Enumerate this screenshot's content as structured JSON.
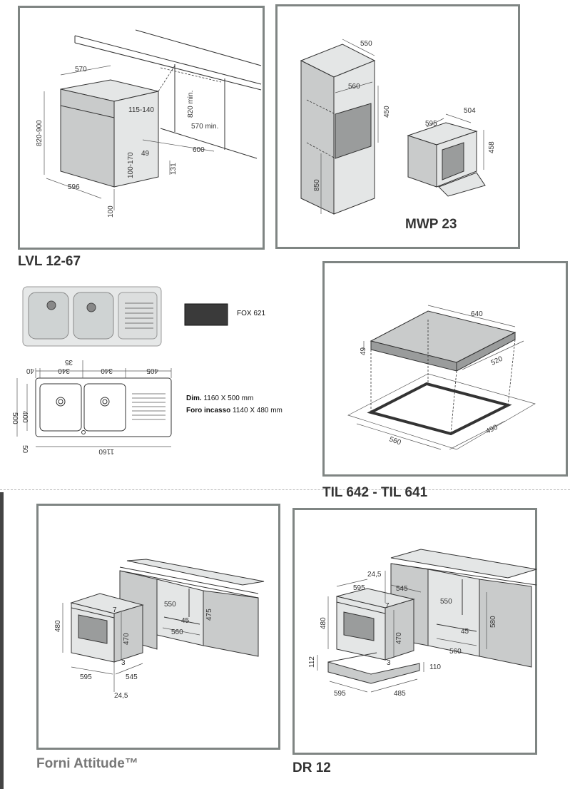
{
  "captions": {
    "dishwasher": "LVL 12-67",
    "microwave": "MWP 23",
    "cooktop": "TIL 642 - TIL 641",
    "ovens": "Forni Attitude™",
    "drawer": "DR 12"
  },
  "dishwasher_dims": [
    "570",
    "820-900",
    "115-140",
    "820 min.",
    "570 min.",
    "600",
    "49",
    "100-170",
    "131",
    "596",
    "100"
  ],
  "microwave_dims": [
    "550",
    "560",
    "450",
    "850",
    "595",
    "504",
    "458"
  ],
  "sink": {
    "finish_label": "FOX 621",
    "top_dims": [
      "35",
      "40",
      "340",
      "340",
      "405"
    ],
    "side_dims": [
      "500",
      "400",
      "50"
    ],
    "bottom_dim": "1160",
    "dim_label": "Dim.",
    "dim_value": "1160 X 500 mm",
    "cutout_label": "Foro incasso",
    "cutout_value": "1140 X 480 mm"
  },
  "cooktop_dims": [
    "640",
    "49",
    "520",
    "560",
    "490"
  ],
  "oven_dims": [
    "550",
    "475",
    "7",
    "45",
    "480",
    "470",
    "560",
    "3",
    "595",
    "545",
    "24,5"
  ],
  "drawer_dims": [
    "24,5",
    "595",
    "545",
    "550",
    "580",
    "7",
    "480",
    "470",
    "45",
    "560",
    "3",
    "112",
    "110",
    "595",
    "485"
  ],
  "colors": {
    "panel_border": "#7f8583",
    "shade": "#c9cbcb",
    "swatch": "#3a3a3a"
  }
}
